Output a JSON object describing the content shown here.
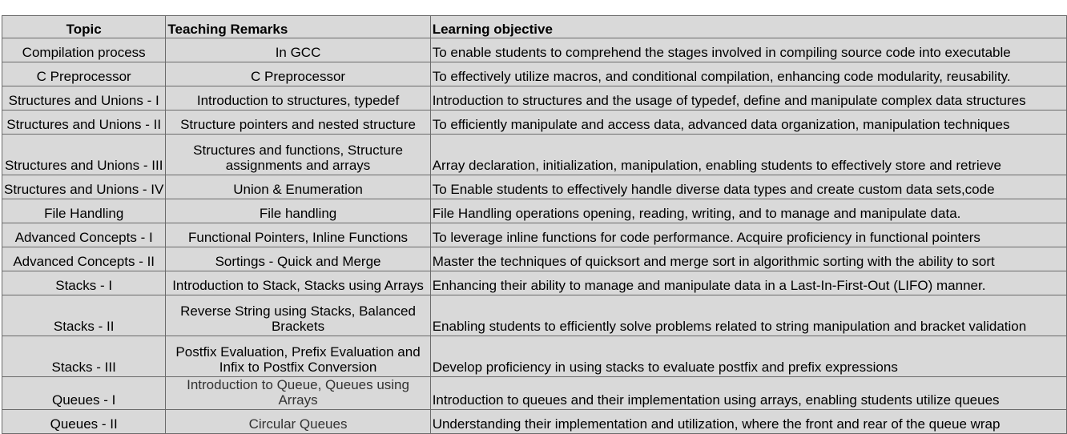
{
  "headers": {
    "topic": "Topic",
    "remarks": "Teaching Remarks",
    "objective": "Learning objective"
  },
  "rows": [
    {
      "topic": "Compilation process",
      "remarks": "In GCC",
      "objective": "To enable students to comprehend the stages involved in compiling source code into executable"
    },
    {
      "topic": "C Preprocessor",
      "remarks": "C Preprocessor",
      "objective": "To effectively utilize macros, and conditional compilation, enhancing code modularity, reusability."
    },
    {
      "topic": "Structures and Unions - I",
      "remarks": "Introduction to structures, typedef",
      "objective": "Introduction to structures and the usage of typedef, define and manipulate complex data structures"
    },
    {
      "topic": "Structures and Unions - II",
      "remarks": "Structure pointers and nested structure",
      "objective": "To efficiently manipulate and access data, advanced data organization, manipulation techniques"
    },
    {
      "topic": "Structures and Unions - III",
      "remarks": "Structures and functions, Structure assignments and arrays",
      "objective": "Array declaration, initialization, manipulation, enabling students to effectively store and retrieve"
    },
    {
      "topic": "Structures and Unions - IV",
      "remarks": "Union & Enumeration",
      "objective": "To Enable students to effectively handle diverse data types and create custom data sets,code"
    },
    {
      "topic": "File Handling",
      "remarks": "File handling",
      "objective": "File Handling operations opening, reading, writing, and to manage and manipulate data."
    },
    {
      "topic": "Advanced Concepts - I",
      "remarks": "Functional Pointers, Inline Functions",
      "objective": "To leverage inline functions for code performance. Acquire proficiency in functional pointers"
    },
    {
      "topic": "Advanced Concepts - II",
      "remarks": "Sortings - Quick and Merge",
      "objective": "Master the techniques of quicksort and merge sort in algorithmic sorting with the ability to sort"
    },
    {
      "topic": "Stacks - I",
      "remarks": "Introduction to Stack, Stacks using Arrays",
      "objective": "Enhancing their ability to manage and manipulate data in a Last-In-First-Out (LIFO) manner."
    },
    {
      "topic": "Stacks - II",
      "remarks": "Reverse String using Stacks, Balanced Brackets",
      "objective": "Enabling students to efficiently solve problems related to string manipulation and bracket validation"
    },
    {
      "topic": "Stacks - III",
      "remarks": "Postfix Evaluation, Prefix Evaluation and Infix to Postfix Conversion",
      "objective": "Develop proficiency in using stacks to evaluate postfix and prefix expressions"
    },
    {
      "topic": "Queues - I",
      "remarks": "Introduction to Queue, Queues using Arrays",
      "objective": "Introduction to queues and their implementation using arrays, enabling students utilize queues"
    },
    {
      "topic": "Queues - II",
      "remarks": "Circular Queues",
      "objective": "Understanding their implementation and utilization, where the front and rear of the queue wrap"
    }
  ]
}
